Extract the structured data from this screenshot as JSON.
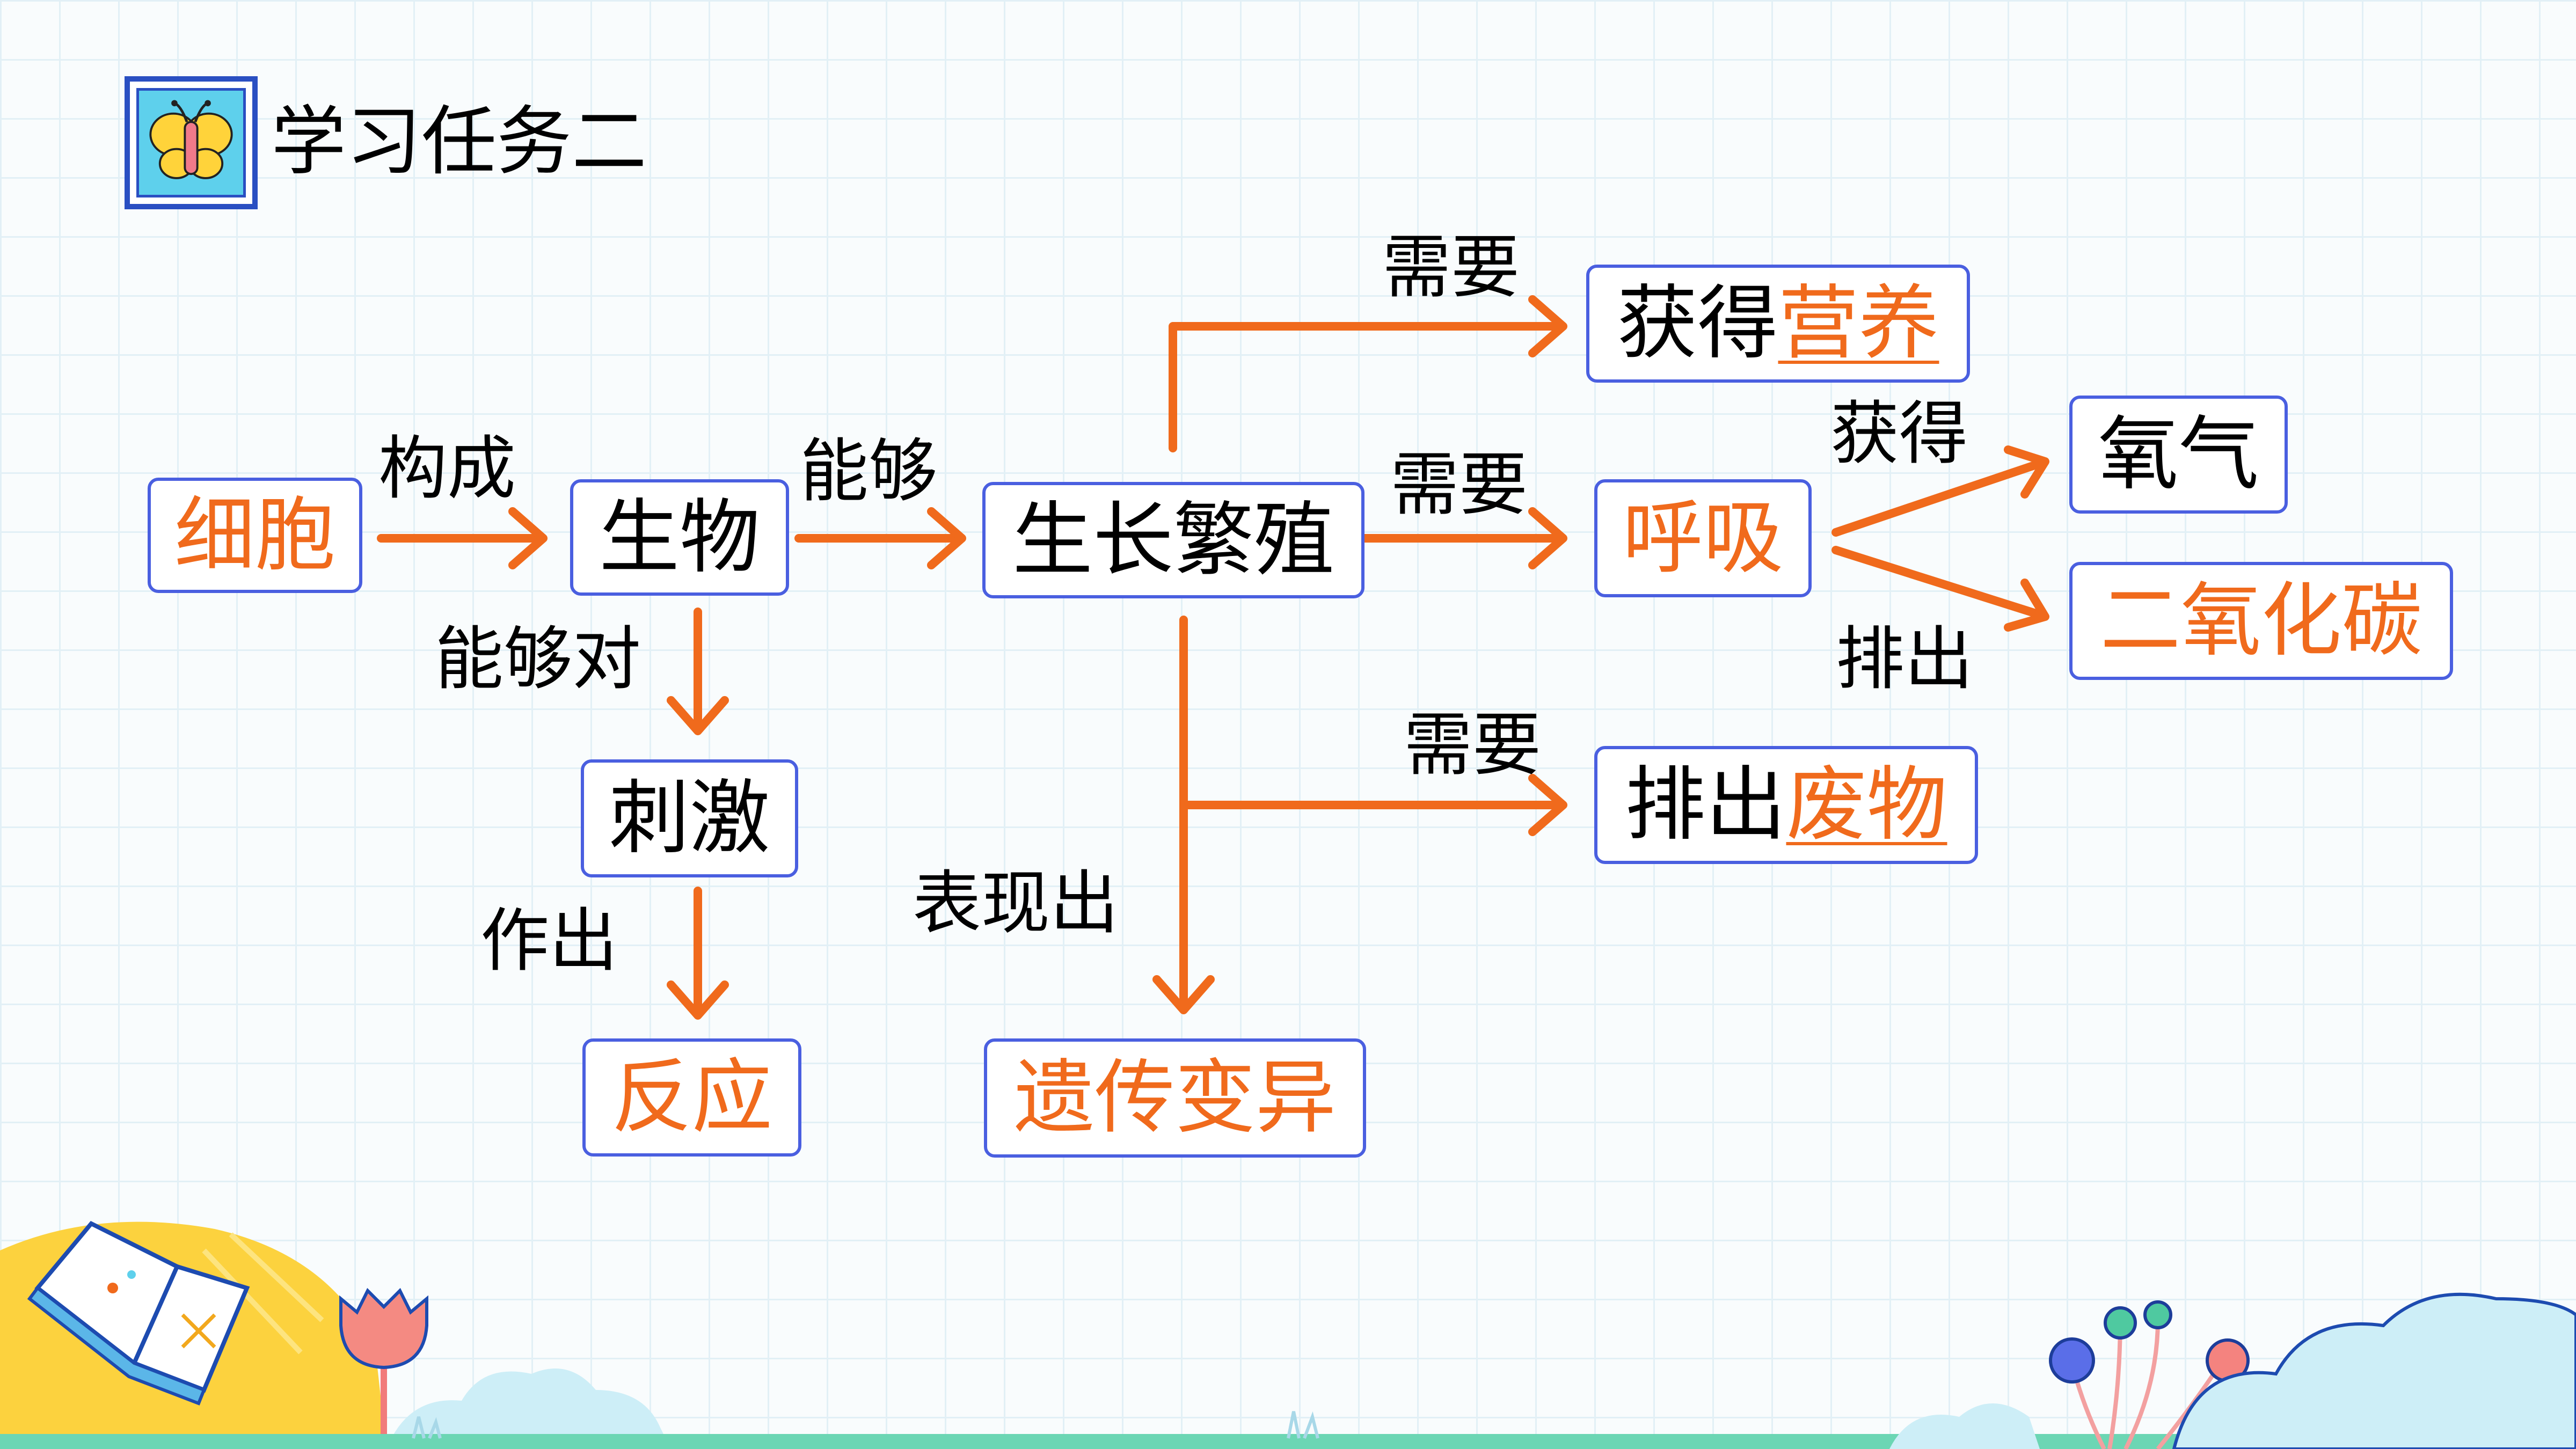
{
  "title": "学习任务二",
  "nodes": {
    "cell": "细胞",
    "organism": "生物",
    "growth": "生长繁殖",
    "nutrition_prefix": "获得",
    "nutrition_key": "营养",
    "breath": "呼吸",
    "waste_prefix": "排出",
    "waste_key": "废物",
    "oxygen": "氧气",
    "co2": "二氧化碳",
    "stimulus": "刺激",
    "response": "反应",
    "heredity": "遗传变异"
  },
  "labels": {
    "compose": "构成",
    "able1": "能够",
    "need1": "需要",
    "need2": "需要",
    "need3": "需要",
    "obtain": "获得",
    "expel": "排出",
    "able_to": "能够对",
    "make": "作出",
    "show": "表现出"
  },
  "colors": {
    "arrow": "#f06a1c",
    "box_border": "#4a5fe0",
    "highlight_text": "#f06a1c"
  }
}
